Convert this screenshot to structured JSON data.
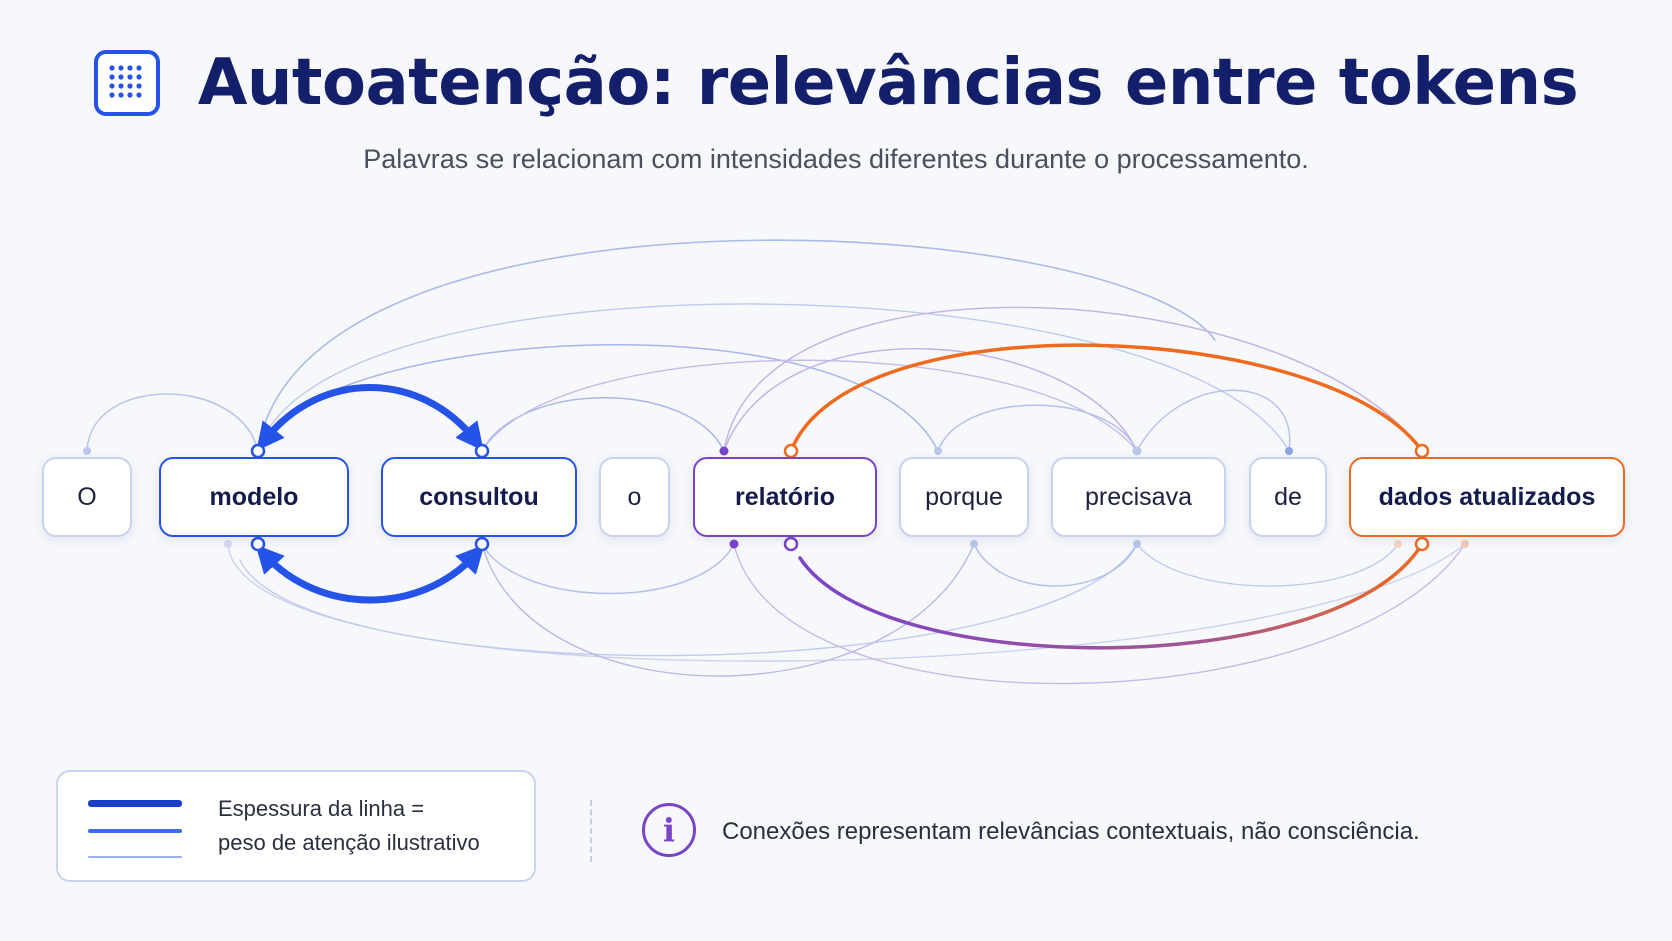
{
  "header": {
    "title": "Autoatenção: relevâncias entre tokens",
    "subtitle": "Palavras se relacionam com intensidades diferentes durante o processamento.",
    "icon": "attention-grid-icon"
  },
  "tokens": [
    {
      "label": "O"
    },
    {
      "label": "modelo"
    },
    {
      "label": "consultou"
    },
    {
      "label": "o"
    },
    {
      "label": "relatório"
    },
    {
      "label": "porque"
    },
    {
      "label": "precisava"
    },
    {
      "label": "de"
    },
    {
      "label": "dados atualizados"
    }
  ],
  "colors": {
    "blue": "#2553e8",
    "purple": "#7a44c9",
    "orange": "#f06a1e",
    "faint_blue": "#9fb3e8",
    "faint_purple": "#b9a3e0",
    "title": "#141f6b"
  },
  "legend": {
    "line1": "Espessura da linha =",
    "line2": "peso de atenção ilustrativo"
  },
  "note": {
    "icon": "info-icon",
    "text": "Conexões representam relevâncias contextuais, não consciência."
  }
}
